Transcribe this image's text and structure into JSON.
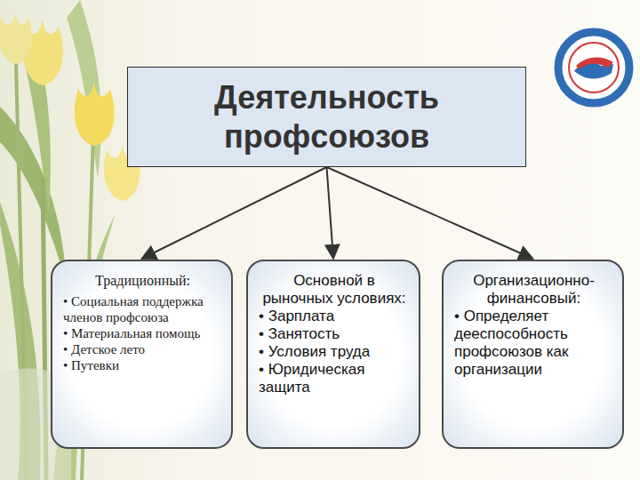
{
  "diagram": {
    "nodes": [
      {
        "text": [
          "Деятельность профсоюзов"
        ]
      },
      {
        "text": [
          "Традиционный:",
          "• Социальная поддержка членов профсоюза",
          "• Материальная помощь",
          "• Детское лето",
          "• Путевки"
        ]
      },
      {
        "text": [
          "Основной в рыночных условиях:",
          "• Зарплата",
          "• Занятость",
          "• Условия труда",
          "• Юридическая защита"
        ]
      },
      {
        "text": [
          "Организационно-финансовый:",
          "• Определяет дееспособность профсоюзов как организации"
        ]
      }
    ],
    "edges": [
      {
        "from": 0,
        "to": 1,
        "arrow": "to"
      },
      {
        "from": 0,
        "to": 2,
        "arrow": "to"
      },
      {
        "from": 0,
        "to": 3,
        "arrow": "to"
      }
    ]
  }
}
